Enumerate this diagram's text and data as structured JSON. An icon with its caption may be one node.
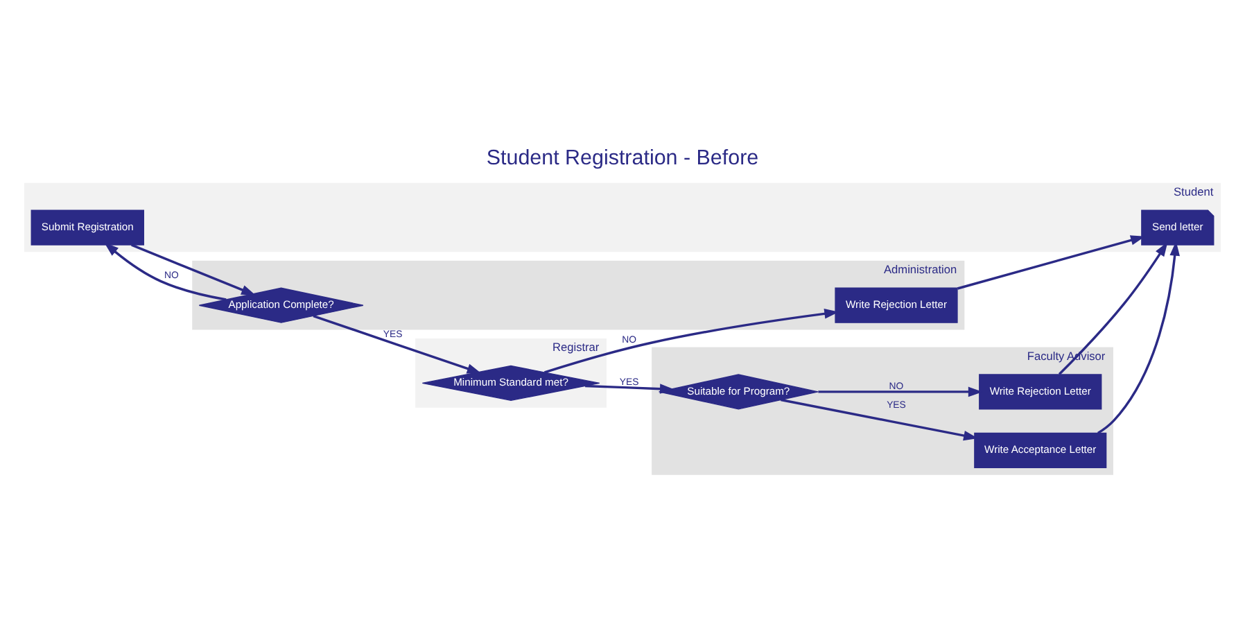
{
  "diagram": {
    "title": "Student Registration - Before",
    "nodes": [
      {
        "text": [
          "Student"
        ]
      },
      {
        "text": [
          "Submit Registration"
        ],
        "in": 0
      },
      {
        "text": [
          "Send letter"
        ],
        "in": 0
      },
      {
        "text": [
          "Administration"
        ]
      },
      {
        "text": [
          "Application Complete?"
        ],
        "in": 3
      },
      {
        "text": [
          "Write Rejection Letter"
        ],
        "in": 3
      },
      {
        "text": [
          "Registrar"
        ]
      },
      {
        "text": [
          "Minimum Standard met?"
        ],
        "in": 6
      },
      {
        "text": [
          "Faculty Advisor"
        ]
      },
      {
        "text": [
          "Suitable for Program?"
        ],
        "in": 8
      },
      {
        "text": [
          "Write Rejection Letter"
        ],
        "in": 8
      },
      {
        "text": [
          "Write Acceptance Letter"
        ],
        "in": 8
      }
    ],
    "edges": [
      {
        "from": 1,
        "to": 4,
        "arrow": "to"
      },
      {
        "from": 4,
        "to": 1,
        "arrow": "to",
        "label": "NO"
      },
      {
        "from": 4,
        "to": 7,
        "arrow": "to",
        "label": "YES"
      },
      {
        "from": 7,
        "to": 5,
        "arrow": "to",
        "label": "NO"
      },
      {
        "from": 5,
        "to": 2,
        "arrow": "to"
      },
      {
        "from": 7,
        "to": 9,
        "arrow": "to",
        "label": "YES"
      },
      {
        "from": 9,
        "to": 11,
        "arrow": "to",
        "label": "YES"
      },
      {
        "from": 9,
        "to": 10,
        "arrow": "to",
        "label": "NO"
      },
      {
        "from": 10,
        "to": 2,
        "arrow": "to"
      },
      {
        "from": 11,
        "to": 2,
        "arrow": "to"
      }
    ]
  }
}
